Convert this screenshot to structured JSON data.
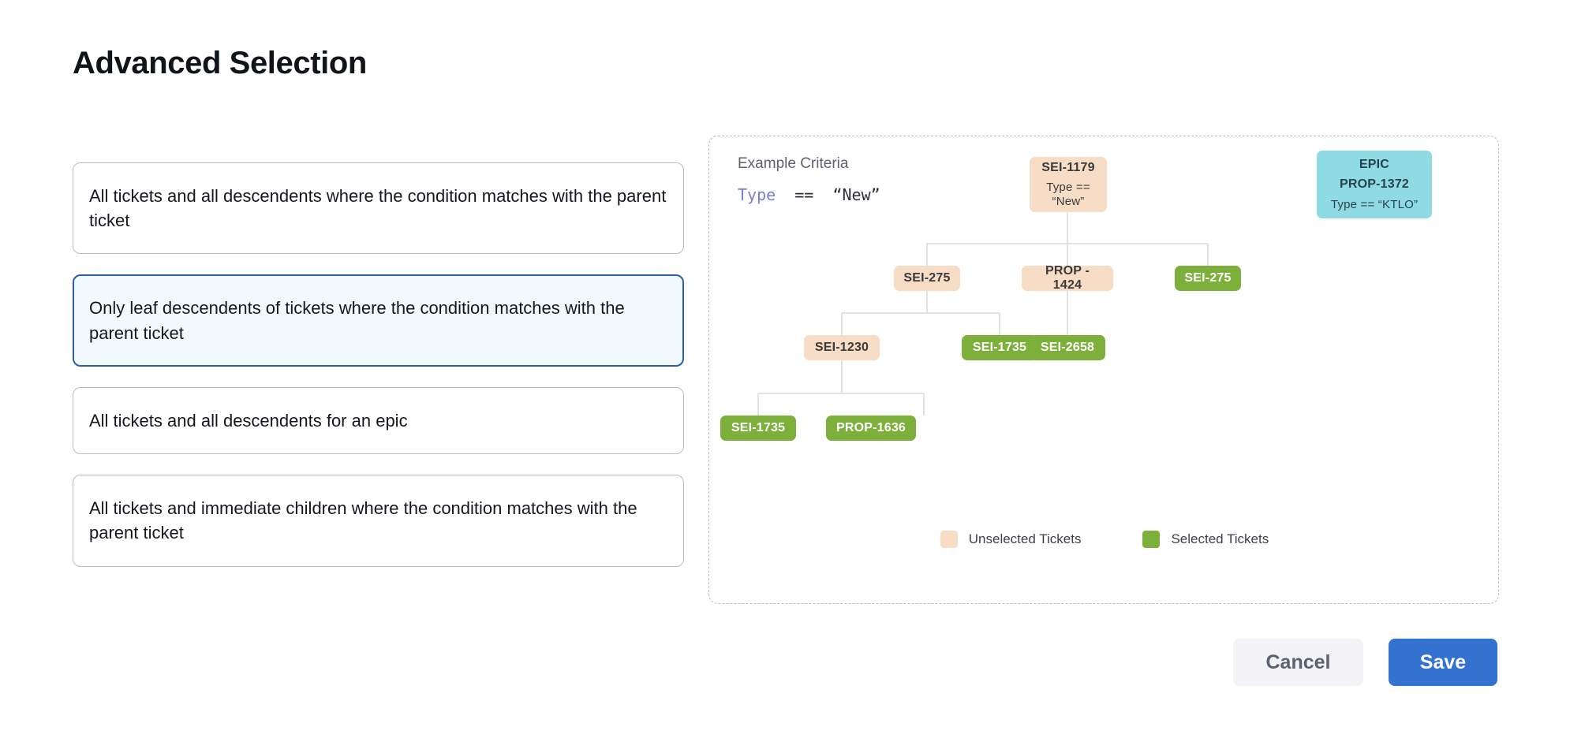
{
  "page_title": "Advanced Selection",
  "options": [
    {
      "label": "All tickets and all descendents where the condition matches with the parent ticket",
      "selected": false
    },
    {
      "label": "Only leaf descendents of tickets where the condition matches with the parent ticket",
      "selected": true
    },
    {
      "label": "All tickets and all descendents for an epic",
      "selected": false
    },
    {
      "label": "All tickets and immediate children where the condition matches with the parent ticket",
      "selected": false
    }
  ],
  "diagram": {
    "criteria_title": "Example Criteria",
    "criteria": {
      "key": "Type",
      "operator": "==",
      "value": "“New”"
    },
    "nodes": {
      "root": {
        "line1": "SEI-1179",
        "line2": "Type == “New”",
        "state": "unselected"
      },
      "epic": {
        "line1": "EPIC",
        "line2": "PROP-1372",
        "line3": "Type == “KTLO”",
        "state": "epic"
      },
      "r2c1": {
        "line1": "SEI-275",
        "state": "unselected"
      },
      "r2c2": {
        "line1": "PROP - 1424",
        "state": "unselected"
      },
      "r2c3": {
        "line1": "SEI-275",
        "state": "selected"
      },
      "r3c1": {
        "line1": "SEI-1230",
        "state": "unselected"
      },
      "r3c2": {
        "line1": "SEI-1735",
        "state": "selected"
      },
      "r3c3": {
        "line1": "SEI-2658",
        "state": "selected"
      },
      "r4c1": {
        "line1": "SEI-1735",
        "state": "selected"
      },
      "r4c2": {
        "line1": "PROP-1636",
        "state": "selected"
      }
    },
    "legend": [
      {
        "label": "Unselected Tickets",
        "color": "#f7dcc6"
      },
      {
        "label": "Selected Tickets",
        "color": "#7cb03b"
      }
    ]
  },
  "footer": {
    "cancel_label": "Cancel",
    "save_label": "Save"
  },
  "colors": {
    "accent": "#3373cf",
    "selected_card_border": "#2b5fa8",
    "selected_card_bg": "#f2f9fc",
    "unselected_node": "#f7dcc6",
    "selected_node": "#7cb03b",
    "epic_node": "#8fdbe4",
    "connector": "#d8dade"
  }
}
